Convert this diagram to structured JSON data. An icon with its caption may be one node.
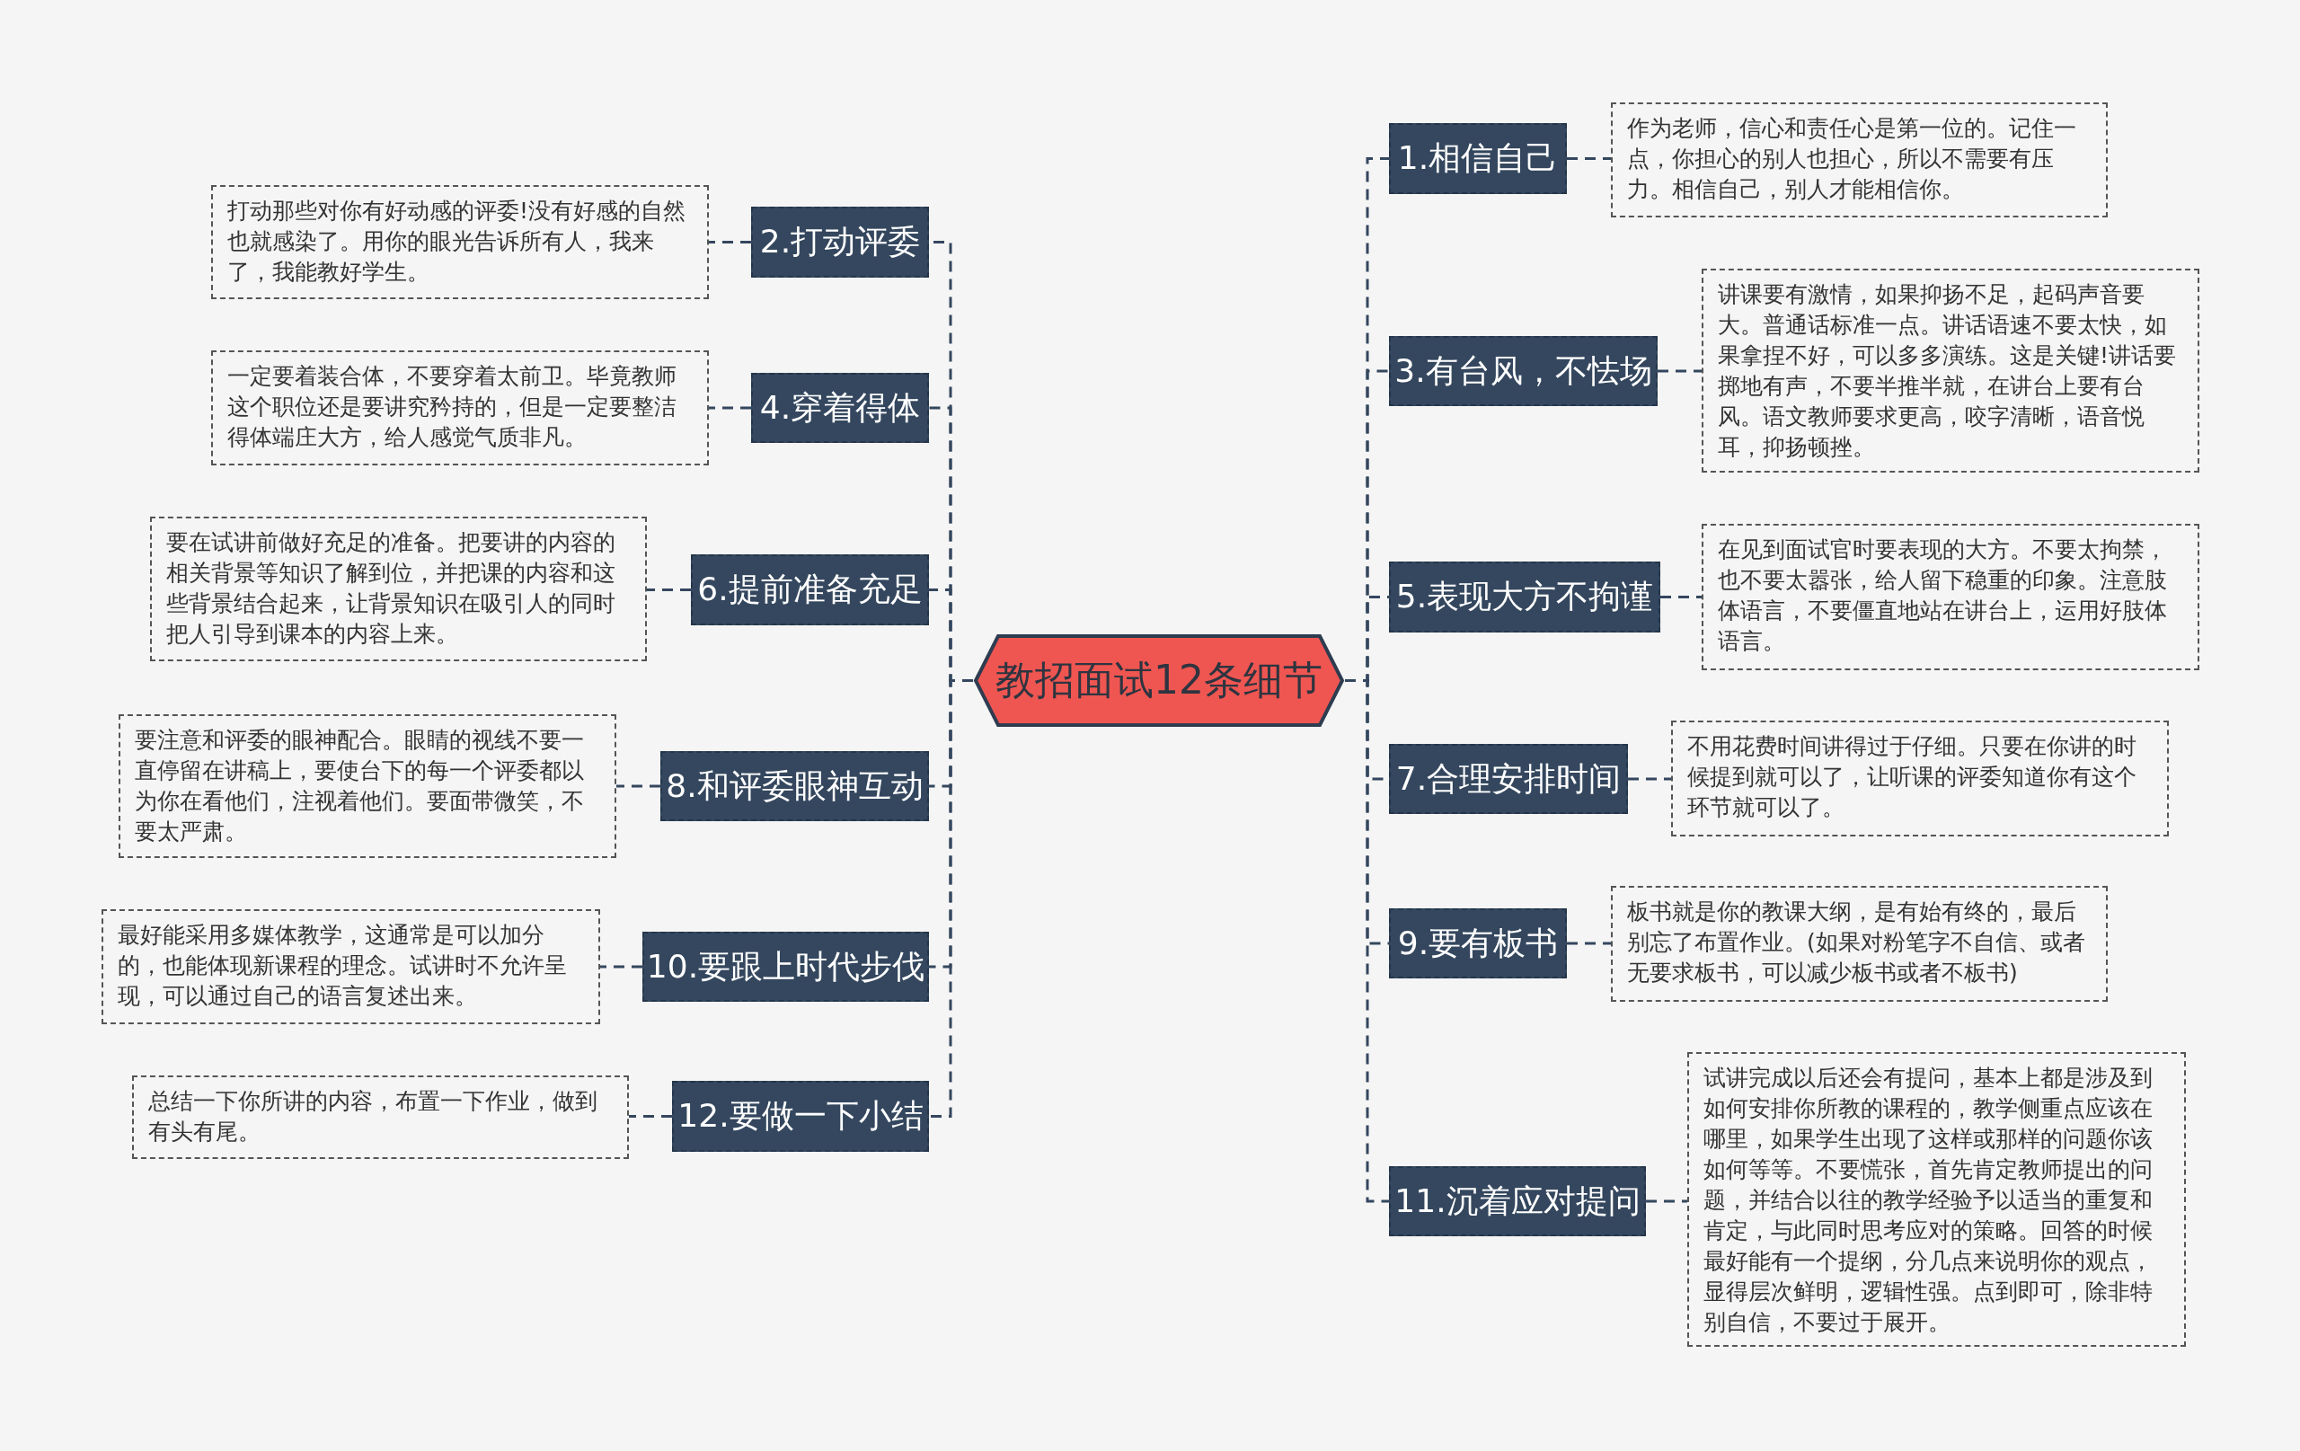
{
  "diagram": {
    "nodes": [
      {
        "text": [
          "教招面试12条细节"
        ]
      },
      {
        "text": [
          "1.相信自己"
        ]
      },
      {
        "text": [
          "作为老师，信心和责任心是第一位的。记住一点，你担心的别人也担心，所以不需要有压力。相信自己，别人才能相信你。"
        ]
      },
      {
        "text": [
          "2.打动评委"
        ]
      },
      {
        "text": [
          "打动那些对你有好动感的评委!没有好感的自然也就感染了。用你的眼光告诉所有人，我来了，我能教好学生。"
        ]
      },
      {
        "text": [
          "3.有台风，不怯场"
        ]
      },
      {
        "text": [
          "讲课要有激情，如果抑扬不足，起码声音要大。普通话标准一点。讲话语速不要太快，如果拿捏不好，可以多多演练。这是关键!讲话要掷地有声，不要半推半就，在讲台上要有台风。语文教师要求更高，咬字清晰，语音悦耳，抑扬顿挫。"
        ]
      },
      {
        "text": [
          "4.穿着得体"
        ]
      },
      {
        "text": [
          "一定要着装合体，不要穿着太前卫。毕竟教师这个职位还是要讲究矜持的，但是一定要整洁得体端庄大方，给人感觉气质非凡。"
        ]
      },
      {
        "text": [
          "5.表现大方不拘谨"
        ]
      },
      {
        "text": [
          "在见到面试官时要表现的大方。不要太拘禁，也不要太嚣张，给人留下稳重的印象。注意肢体语言，不要僵直地站在讲台上，运用好肢体语言。"
        ]
      },
      {
        "text": [
          "6.提前准备充足"
        ]
      },
      {
        "text": [
          "要在试讲前做好充足的准备。把要讲的内容的相关背景等知识了解到位，并把课的内容和这些背景结合起来，让背景知识在吸引人的同时把人引导到课本的内容上来。"
        ]
      },
      {
        "text": [
          "7.合理安排时间"
        ]
      },
      {
        "text": [
          "不用花费时间讲得过于仔细。只要在你讲的时候提到就可以了，让听课的评委知道你有这个环节就可以了。"
        ]
      },
      {
        "text": [
          "8.和评委眼神互动"
        ]
      },
      {
        "text": [
          "要注意和评委的眼神配合。眼睛的视线不要一直停留在讲稿上，要使台下的每一个评委都以为你在看他们，注视着他们。要面带微笑，不要太严肃。"
        ]
      },
      {
        "text": [
          "9.要有板书"
        ]
      },
      {
        "text": [
          "板书就是你的教课大纲，是有始有终的，最后别忘了布置作业。(如果对粉笔字不自信、或者无要求板书，可以减少板书或者不板书)"
        ]
      },
      {
        "text": [
          "10.要跟上时代步伐"
        ]
      },
      {
        "text": [
          "最好能采用多媒体教学，这通常是可以加分的，也能体现新课程的理念。试讲时不允许呈现，可以通过自己的语言复述出来。"
        ]
      },
      {
        "text": [
          "11.沉着应对提问"
        ]
      },
      {
        "text": [
          "试讲完成以后还会有提问，基本上都是涉及到如何安排你所教的课程的，教学侧重点应该在哪里，如果学生出现了这样或那样的问题你该如何等等。不要慌张，首先肯定教师提出的问题，并结合以往的教学经验予以适当的重复和肯定，与此同时思考应对的策略。回答的时候最好能有一个提纲，分几点来说明你的观点，显得层次鲜明，逻辑性强。点到即可，除非特别自信，不要过于展开。"
        ]
      },
      {
        "text": [
          "12.要做一下小结"
        ]
      },
      {
        "text": [
          "总结一下你所讲的内容，布置一下作业，做到有头有尾。"
        ]
      }
    ],
    "edges": [
      {
        "from": 0,
        "to": 1,
        "arrow": "none",
        "style": "dashed"
      },
      {
        "from": 1,
        "to": 2,
        "arrow": "none",
        "style": "dashed"
      },
      {
        "from": 0,
        "to": 3,
        "arrow": "none",
        "style": "dashed"
      },
      {
        "from": 3,
        "to": 4,
        "arrow": "none",
        "style": "dashed"
      },
      {
        "from": 0,
        "to": 5,
        "arrow": "none",
        "style": "dashed"
      },
      {
        "from": 5,
        "to": 6,
        "arrow": "none",
        "style": "dashed"
      },
      {
        "from": 0,
        "to": 7,
        "arrow": "none",
        "style": "dashed"
      },
      {
        "from": 7,
        "to": 8,
        "arrow": "none",
        "style": "dashed"
      },
      {
        "from": 0,
        "to": 9,
        "arrow": "none",
        "style": "dashed"
      },
      {
        "from": 9,
        "to": 10,
        "arrow": "none",
        "style": "dashed"
      },
      {
        "from": 0,
        "to": 11,
        "arrow": "none",
        "style": "dashed"
      },
      {
        "from": 11,
        "to": 12,
        "arrow": "none",
        "style": "dashed"
      },
      {
        "from": 0,
        "to": 13,
        "arrow": "none",
        "style": "dashed"
      },
      {
        "from": 13,
        "to": 14,
        "arrow": "none",
        "style": "dashed"
      },
      {
        "from": 0,
        "to": 15,
        "arrow": "none",
        "style": "dashed"
      },
      {
        "from": 15,
        "to": 16,
        "arrow": "none",
        "style": "dashed"
      },
      {
        "from": 0,
        "to": 17,
        "arrow": "none",
        "style": "dashed"
      },
      {
        "from": 17,
        "to": 18,
        "arrow": "none",
        "style": "dashed"
      },
      {
        "from": 0,
        "to": 19,
        "arrow": "none",
        "style": "dashed"
      },
      {
        "from": 19,
        "to": 20,
        "arrow": "none",
        "style": "dashed"
      },
      {
        "from": 0,
        "to": 21,
        "arrow": "none",
        "style": "dashed"
      },
      {
        "from": 21,
        "to": 22,
        "arrow": "none",
        "style": "dashed"
      },
      {
        "from": 0,
        "to": 23,
        "arrow": "none",
        "style": "dashed"
      },
      {
        "from": 23,
        "to": 24,
        "arrow": "none",
        "style": "dashed"
      }
    ]
  }
}
